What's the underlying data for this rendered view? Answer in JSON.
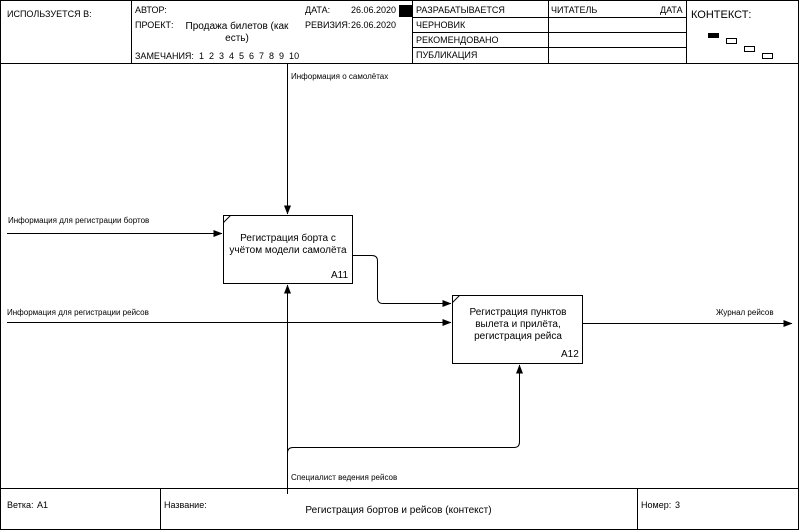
{
  "header": {
    "used_in_label": "ИСПОЛЬЗУЕТСЯ В:",
    "author_label": "АВТОР:",
    "project_label": "ПРОЕКТ:",
    "project_value": "Продажа билетов (как есть)",
    "notes_label": "ЗАМЕЧАНИЯ:",
    "notes_numbers": "1  2  3  4  5  6  7  8  9  10",
    "date_label": "ДАТА:",
    "date_value": "26.06.2020",
    "revision_label": "РЕВИЗИЯ:",
    "revision_value": "26.06.2020",
    "status_working": "РАЗРАБАТЫВАЕТСЯ",
    "status_draft": "ЧЕРНОВИК",
    "status_recommended": "РЕКОМЕНДОВАНО",
    "status_publication": "ПУБЛИКАЦИЯ",
    "reader_label": "ЧИТАТЕЛЬ",
    "reader_date_label": "ДАТА",
    "context_label": "КОНТЕКСТ:"
  },
  "diagram": {
    "box_a11": {
      "label": "Регистрация борта с учётом модели самолёта",
      "code": "А11"
    },
    "box_a12": {
      "label": "Регистрация пунктов вылета и прилёта, регистрация рейса",
      "code": "А12"
    },
    "arrows": {
      "control_planes": "Информация о самолётах",
      "input_boards": "Информация для регистрации бортов",
      "input_flights": "Информация для регистрации рейсов",
      "output_log": "Журнал рейсов",
      "mechanism_specialist": "Специалист ведения рейсов"
    }
  },
  "footer": {
    "node_label": "Ветка:",
    "node_value": "А1",
    "title_label": "Название:",
    "title_value": "Регистрация бортов и рейсов (контекст)",
    "number_label": "Номер:",
    "number_value": "3"
  }
}
